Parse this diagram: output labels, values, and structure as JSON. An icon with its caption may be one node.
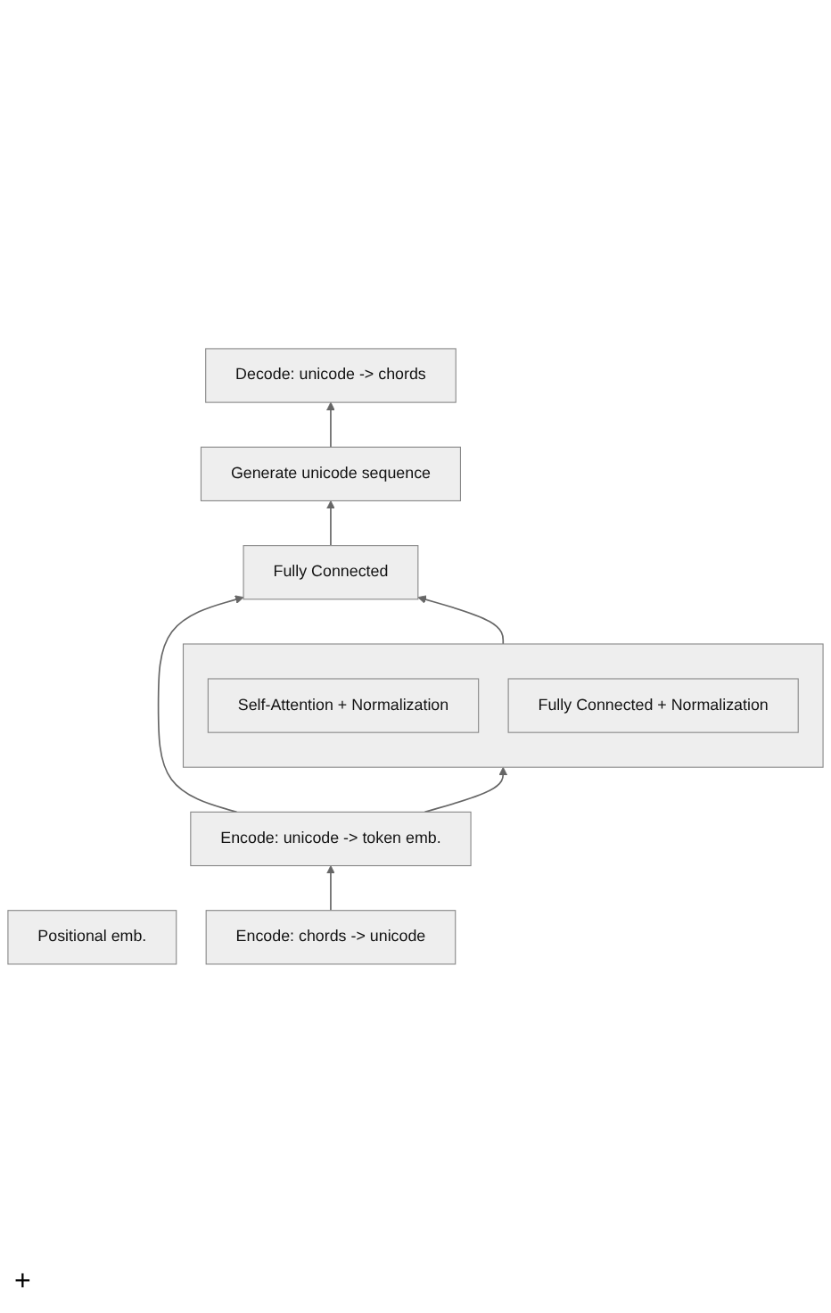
{
  "diagram": {
    "nodes": [
      {
        "text": [
          "Decode: unicode -> chords"
        ]
      },
      {
        "text": [
          "Generate unicode sequence"
        ]
      },
      {
        "text": [
          "Fully Connected"
        ]
      },
      {
        "text": [],
        "shape": "box"
      },
      {
        "text": [
          "Fully Connected + Normalization"
        ],
        "in": 3
      },
      {
        "text": [
          "Self-Attention + Normalization"
        ],
        "in": 3
      },
      {
        "text": [
          "Positional emb."
        ]
      },
      {
        "text": [
          "Encode: unicode -> token emb."
        ]
      },
      {
        "text": [
          "Encode: chords -> unicode"
        ]
      }
    ],
    "edges": [
      {
        "from": 8,
        "to": 7,
        "arrow": "to"
      },
      {
        "from": 7,
        "to": 3,
        "arrow": "to"
      },
      {
        "from": 7,
        "to": 2,
        "arrow": "to"
      },
      {
        "from": 3,
        "to": 2,
        "arrow": "to"
      },
      {
        "from": 2,
        "to": 1,
        "arrow": "to"
      },
      {
        "from": 1,
        "to": 0,
        "arrow": "to"
      }
    ],
    "labels": [
      "+"
    ]
  }
}
